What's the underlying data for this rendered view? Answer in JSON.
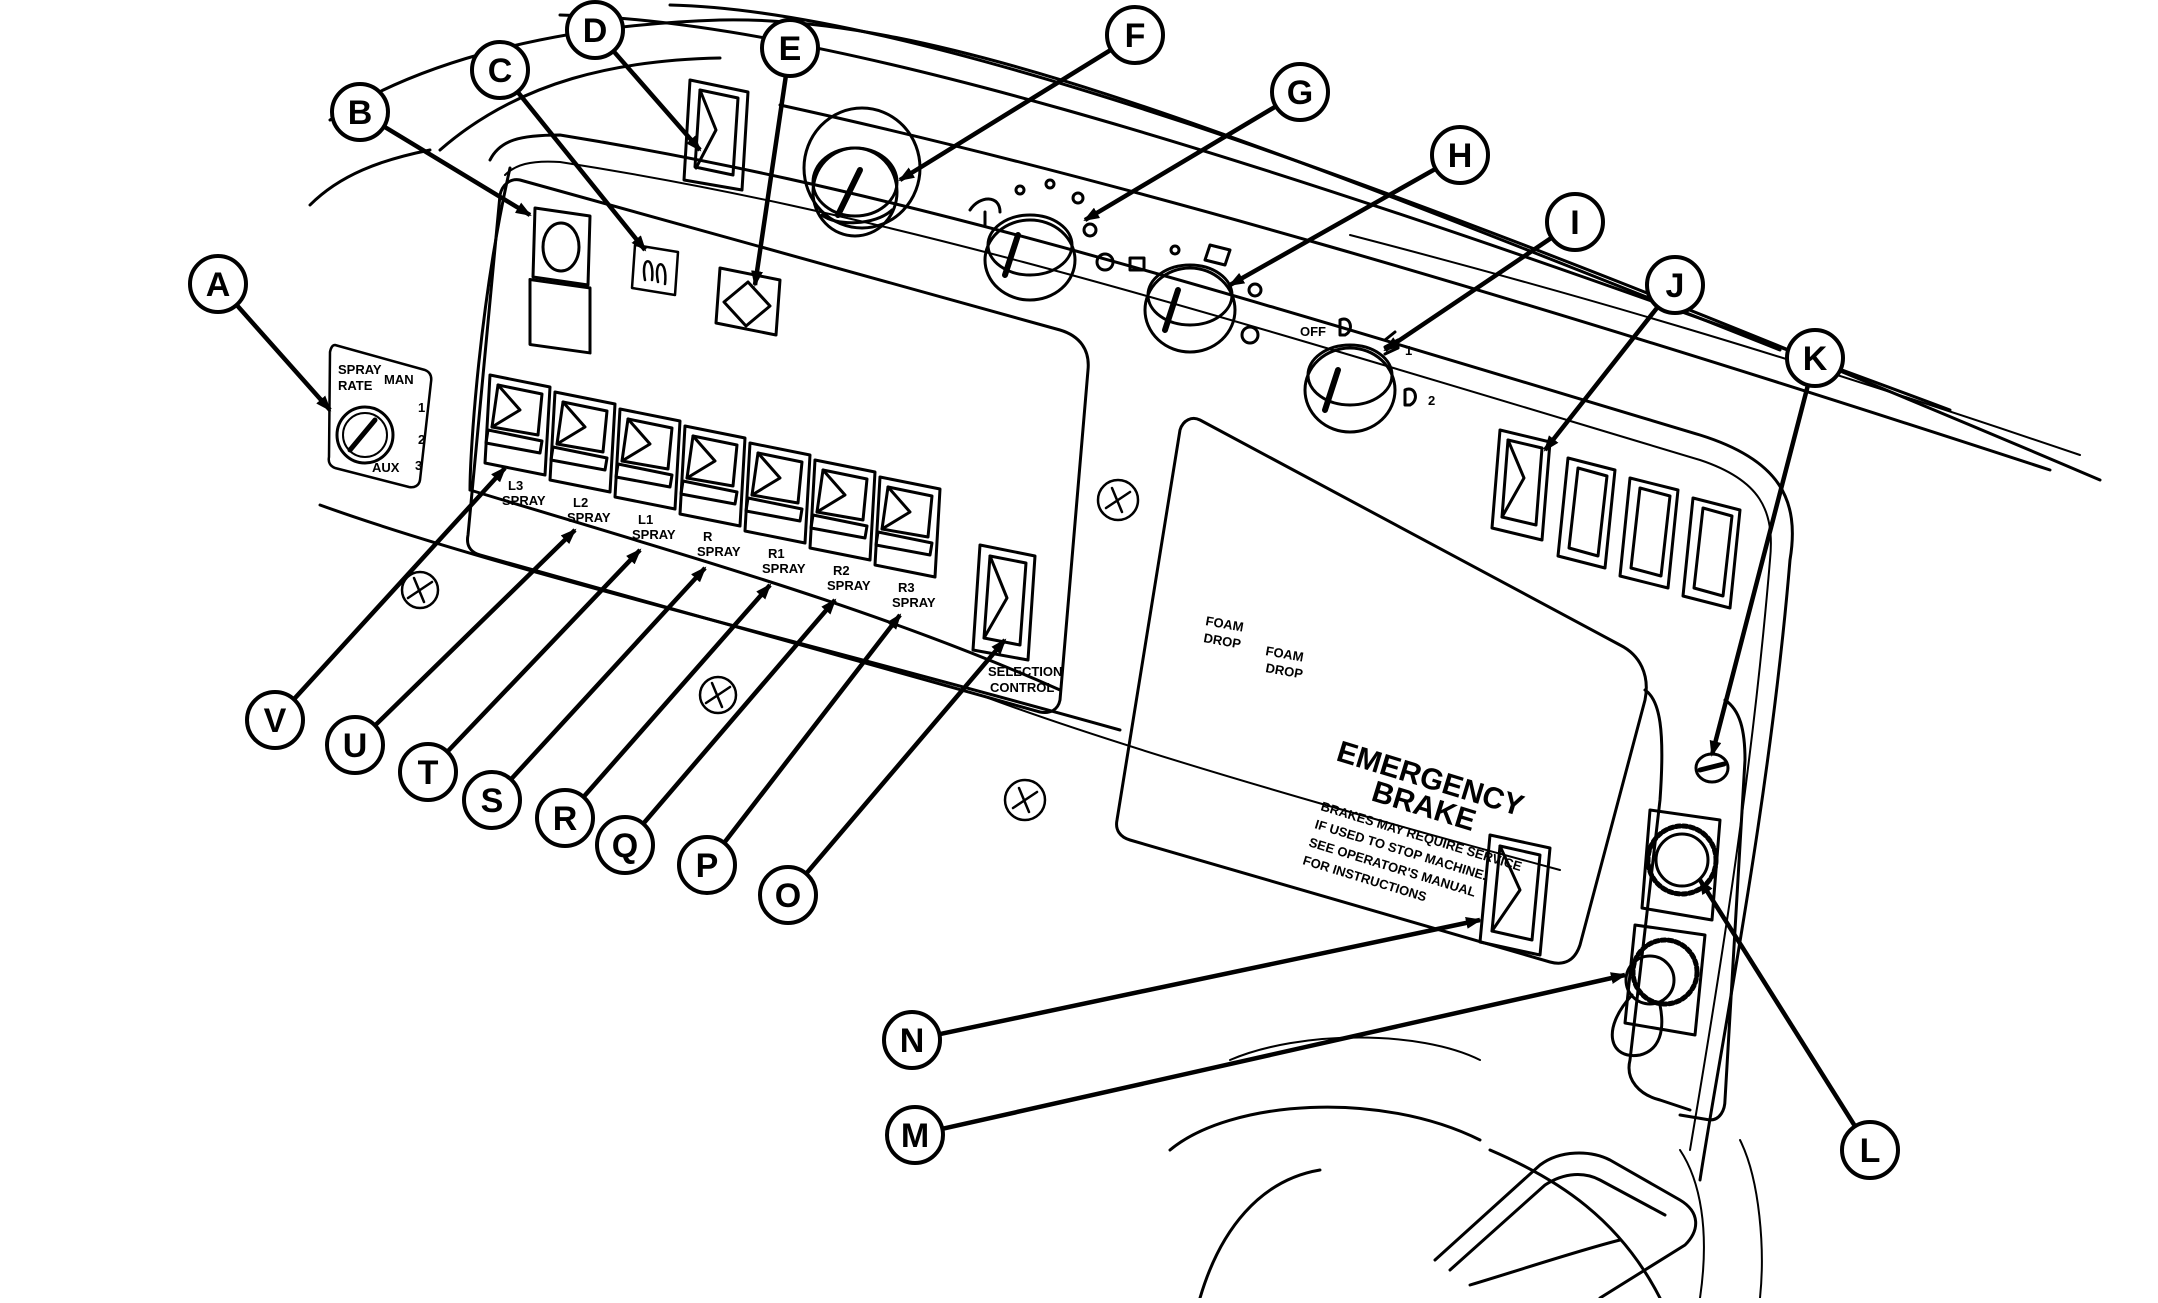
{
  "callouts": [
    "A",
    "B",
    "C",
    "D",
    "E",
    "F",
    "G",
    "H",
    "I",
    "J",
    "K",
    "L",
    "M",
    "N",
    "O",
    "P",
    "Q",
    "R",
    "S",
    "T",
    "U",
    "V"
  ],
  "panel_text": {
    "spray_rate": [
      "SPRAY",
      "RATE"
    ],
    "man": "MAN",
    "rate_ticks": [
      "1",
      "2",
      "3"
    ],
    "aux": "AUX",
    "switch_labels": [
      [
        "L3",
        "SPRAY"
      ],
      [
        "L2",
        "SPRAY"
      ],
      [
        "L1",
        "SPRAY"
      ],
      [
        "R",
        "SPRAY"
      ],
      [
        "R1",
        "SPRAY"
      ],
      [
        "R2",
        "SPRAY"
      ],
      [
        "R3",
        "SPRAY"
      ]
    ],
    "selection_control": [
      "SELECTION",
      "CONTROL"
    ],
    "light_off": "OFF",
    "light_1": "1",
    "light_2": "2",
    "foam_drop_1": [
      "FOAM",
      "DROP"
    ],
    "foam_drop_2": [
      "FOAM",
      "DROP"
    ],
    "emergency": "EMERGENCY",
    "brake": "BRAKE",
    "brake_warning": [
      "BRAKES MAY REQUIRE SERVICE",
      "IF USED TO STOP MACHINE.",
      "SEE OPERATOR'S MANUAL",
      "FOR INSTRUCTIONS"
    ]
  }
}
